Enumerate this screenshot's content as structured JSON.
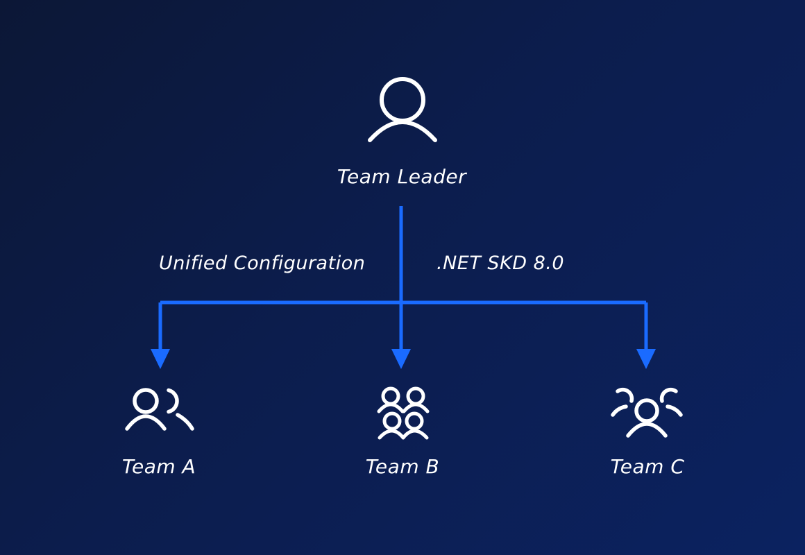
{
  "leader": {
    "label": "Team Leader",
    "icon": "person-icon"
  },
  "edge_labels": {
    "left": "Unified Configuration",
    "right": ".NET SKD 8.0"
  },
  "teams": [
    {
      "label": "Team A",
      "icon": "two-people-icon"
    },
    {
      "label": "Team B",
      "icon": "four-people-icon"
    },
    {
      "label": "Team C",
      "icon": "three-people-icon"
    }
  ],
  "colors": {
    "background_start": "#0c1736",
    "background_end": "#0b2260",
    "connector": "#1a6bff",
    "text": "#ffffff"
  }
}
